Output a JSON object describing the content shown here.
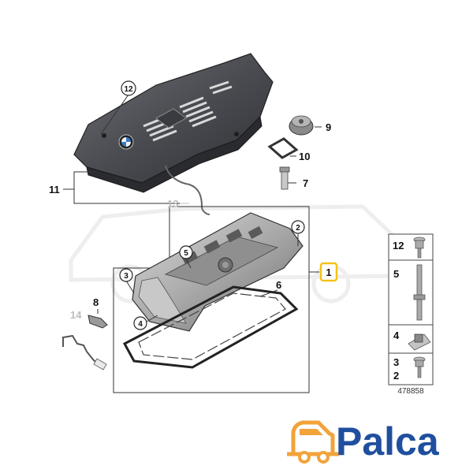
{
  "callouts": {
    "c1": "1",
    "c2": "2",
    "c3": "3",
    "c4": "4",
    "c5": "5",
    "c6": "6",
    "c7": "7",
    "c8": "8",
    "c9": "9",
    "c10": "10",
    "c11": "11",
    "c12": "12",
    "c13": "13",
    "c14": "14"
  },
  "legend": {
    "r12": "12",
    "r5": "5",
    "r4": "4",
    "r3": "3",
    "r2": "2"
  },
  "reference_number": "478858",
  "brand": {
    "logo_text": "Palca",
    "primary_color": "#1f4f9e",
    "accent_color": "#f2a33a",
    "highlight_color": "#f3c21a"
  },
  "icons": [
    "van-icon",
    "bmw-roundel-icon"
  ]
}
